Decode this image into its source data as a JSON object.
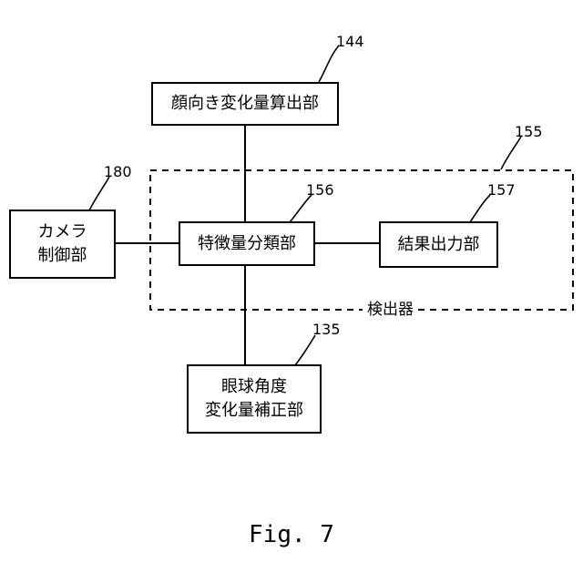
{
  "diagram": {
    "group": {
      "ref": "155",
      "label": "検出器"
    },
    "blocks": {
      "face": {
        "ref": "144",
        "lines": [
          "顔向き変化量算出部"
        ]
      },
      "camera": {
        "ref": "180",
        "lines": [
          "カメラ",
          "制御部"
        ]
      },
      "classifier": {
        "ref": "156",
        "lines": [
          "特徴量分類部"
        ]
      },
      "result": {
        "ref": "157",
        "lines": [
          "結果出力部"
        ]
      },
      "eye": {
        "ref": "135",
        "lines": [
          "眼球角度",
          "変化量補正部"
        ]
      }
    }
  },
  "caption": "Fig. 7"
}
